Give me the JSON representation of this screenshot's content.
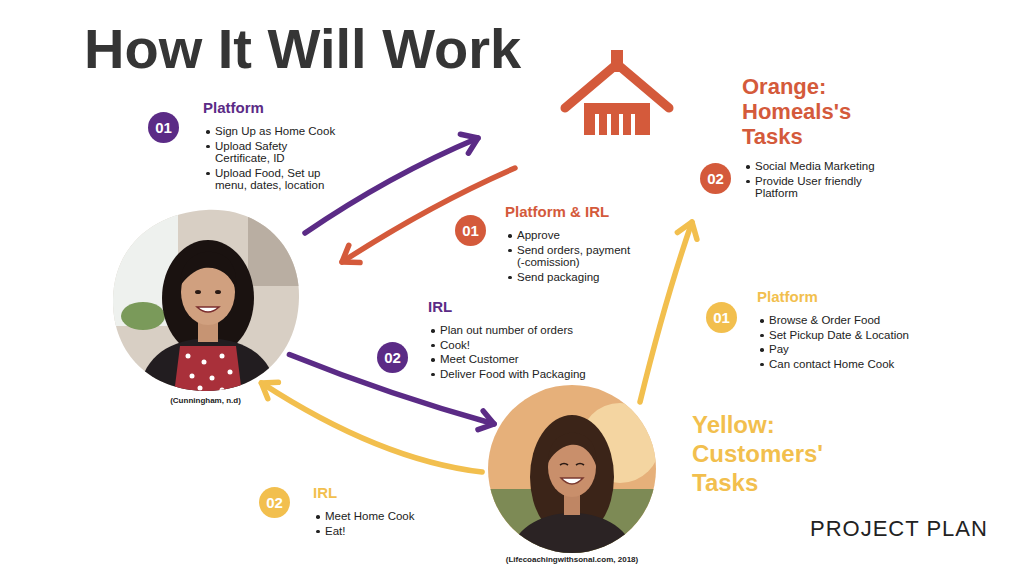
{
  "diagram": {
    "title": "How It Will Work",
    "nodes": [
      {
        "text": [
          "01",
          "Platform",
          "Sign Up as Home Cook",
          "Upload Safety Certificate, ID",
          "Upload Food, Set up menu, dates, location"
        ]
      },
      {
        "text": [
          "02",
          "Social Media Marketing",
          "Provide User friendly Platform"
        ]
      },
      {
        "text": [
          "01",
          "Platform & IRL",
          "Approve",
          "Send orders, payment (-comission)",
          "Send packaging"
        ]
      },
      {
        "text": [
          "(Cunningham, n.d)"
        ]
      },
      {
        "text": [
          "01",
          "Platform",
          "Browse & Order Food",
          "Set Pickup Date & Location",
          "Pay",
          "Can contact Home Cook"
        ]
      },
      {
        "text": [
          "02",
          "IRL",
          "Plan out number of orders",
          "Cook!",
          "Meet Customer",
          "Deliver Food with Packaging"
        ]
      },
      {
        "text": [
          "(Lifecoachingwithsonal.com, 2018)"
        ]
      },
      {
        "text": [
          "02",
          "IRL",
          "Meet Home Cook",
          "Eat!"
        ]
      }
    ],
    "edges": [
      {
        "from": 3,
        "to": 6,
        "arrow": "to"
      },
      {
        "from": 6,
        "to": 3,
        "arrow": "to"
      }
    ],
    "labels": [
      "Orange: Homeals's Tasks",
      "Yellow: Customers' Tasks",
      "PROJECT PLAN"
    ]
  }
}
